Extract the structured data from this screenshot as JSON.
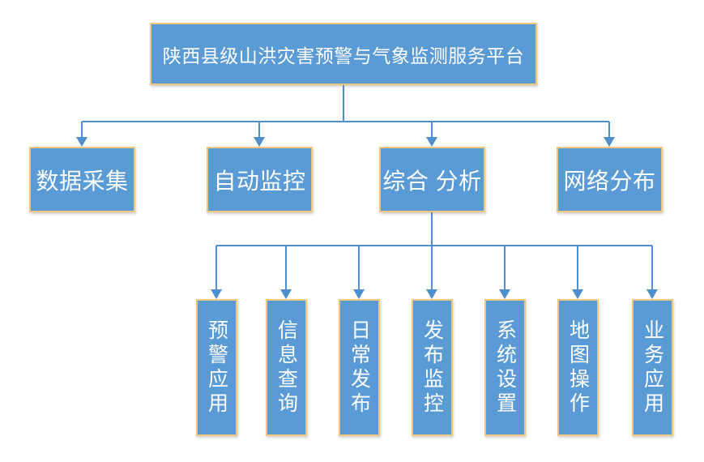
{
  "diagram": {
    "title": "org-chart",
    "root": {
      "label": "陕西县级山洪灾害预警与气象监测服务平台"
    },
    "level2": [
      {
        "id": "data-collection",
        "label": "数据采集"
      },
      {
        "id": "auto-monitoring",
        "label": "自动监控"
      },
      {
        "id": "comprehensive-analysis",
        "label": "综合 分析"
      },
      {
        "id": "network-distribution",
        "label": "网络分布"
      }
    ],
    "level3": [
      {
        "id": "warning-application",
        "label": "预警应用"
      },
      {
        "id": "info-query",
        "label": "信息查询"
      },
      {
        "id": "daily-release",
        "label": "日常发布"
      },
      {
        "id": "release-monitoring",
        "label": "发布监控"
      },
      {
        "id": "system-settings",
        "label": "系统设置"
      },
      {
        "id": "map-operation",
        "label": "地图操作"
      },
      {
        "id": "business-application",
        "label": "业务应用"
      }
    ],
    "colors": {
      "box_fill": "#5B9BD5",
      "box_border": "#EDC87E",
      "connector": "#4E8ECD",
      "text": "#FFFFFF",
      "background": "#FFFFFF"
    }
  }
}
